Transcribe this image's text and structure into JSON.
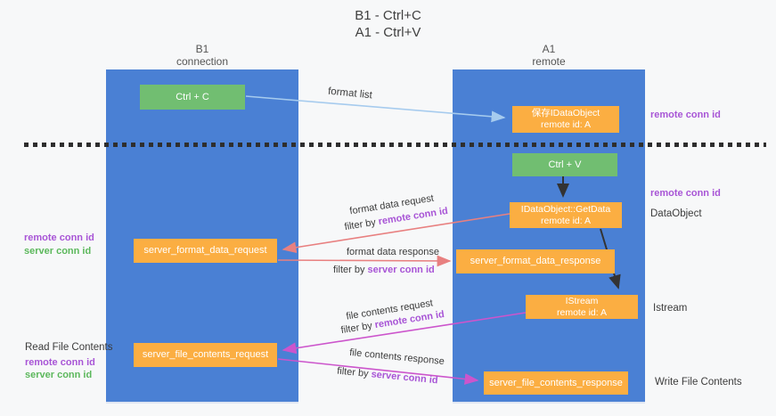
{
  "title": {
    "line1": "B1 - Ctrl+C",
    "line2": "A1 - Ctrl+V"
  },
  "lanes": {
    "left": {
      "title": "B1",
      "subtitle": "connection"
    },
    "right": {
      "title": "A1",
      "subtitle": "remote"
    }
  },
  "boxes": {
    "ctrl_c": {
      "label": "Ctrl + C"
    },
    "save_idataobject": {
      "line1": "保存IDataObject",
      "line2": "remote id: A"
    },
    "ctrl_v": {
      "label": "Ctrl + V"
    },
    "idataobject_getdata": {
      "line1": "IDataObject::GetData",
      "line2": "remote id: A"
    },
    "server_format_data_request": {
      "label": "server_format_data_request"
    },
    "server_format_data_response": {
      "label": "server_format_data_response"
    },
    "istream": {
      "line1": "IStream",
      "line2": "remote id: A"
    },
    "server_file_contents_request": {
      "label": "server_file_contents_request"
    },
    "server_file_contents_response": {
      "label": "server_file_contents_response"
    }
  },
  "flow_labels": {
    "format_list": "format list",
    "format_data_request": "format data request",
    "format_data_response": "format data response",
    "file_contents_request": "file contents request",
    "file_contents_response": "file contents response",
    "filter_by": "filter by",
    "remote_conn_id": "remote conn id",
    "server_conn_id": "server conn id"
  },
  "annotations": {
    "remote_conn_id": "remote conn id",
    "server_conn_id": "server conn id",
    "dataobject": "DataObject",
    "istream": "Istream",
    "read_file_contents": "Read File Contents",
    "write_file_contents": "Write File Contents"
  },
  "colors": {
    "lane_blue": "#4a80d4",
    "box_green": "#71be71",
    "box_orange": "#fbae42",
    "arrow_light_blue": "#a6cbee",
    "arrow_black": "#333333",
    "arrow_red": "#e88080",
    "arrow_magenta": "#cc55cc",
    "text_purple": "#a855d6",
    "text_green": "#5cb85c"
  }
}
